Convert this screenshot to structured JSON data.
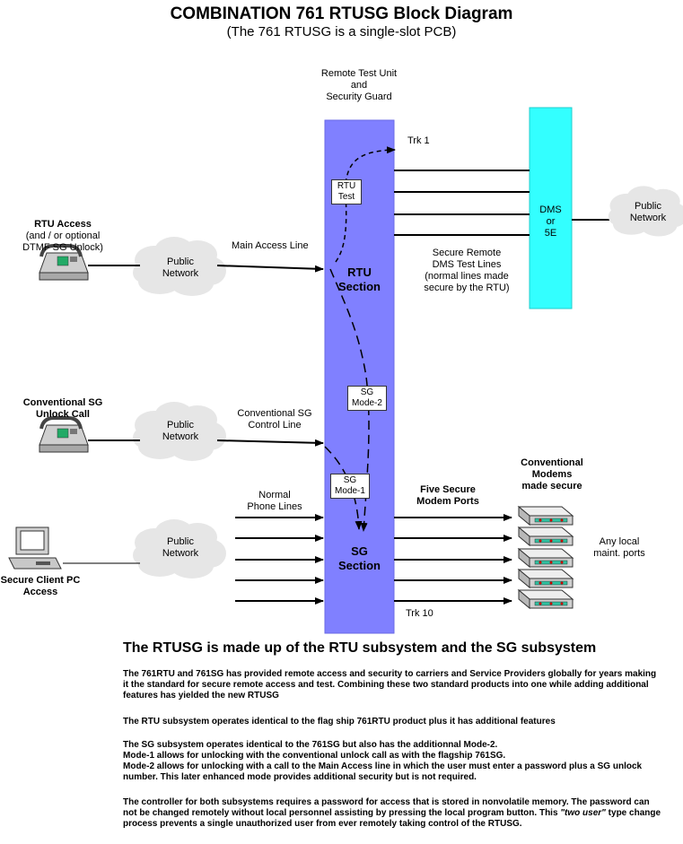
{
  "header": {
    "title": "COMBINATION 761 RTUSG Block Diagram",
    "subtitle": "(The 761 RTUSG is a single-slot PCB)"
  },
  "colors": {
    "unit": "#8080ff",
    "dms": "#33ffff",
    "cloud": "#e6e6e6",
    "modem": "#d9d9d9",
    "line": "#000000"
  },
  "diagram": {
    "unit_title": [
      "Remote Test Unit",
      "and",
      "Security Guard"
    ],
    "rtu_section": [
      "RTU",
      "Section"
    ],
    "sg_section": [
      "SG",
      "Section"
    ],
    "rtu_test": [
      "RTU",
      "Test"
    ],
    "sg_mode2": [
      "SG",
      "Mode-2"
    ],
    "sg_mode1": [
      "SG",
      "Mode-1"
    ],
    "trk1": "Trk 1",
    "trk10": "Trk 10",
    "dms": [
      "DMS",
      "or",
      "5E"
    ],
    "public_network": [
      "Public",
      "Network"
    ],
    "rtu_access": "RTU Access",
    "rtu_access_sub": [
      "(and / or optional",
      "DTMF SG Unlock)"
    ],
    "main_access_line": "Main Access Line",
    "secure_test_lines": [
      "Secure Remote",
      "DMS Test Lines",
      "(normal lines made",
      "secure by the RTU)"
    ],
    "conv_sg_call": [
      "Conventional SG",
      "Unlock Call"
    ],
    "conv_sg_control": [
      "Conventional SG",
      "Control Line"
    ],
    "normal_phone_lines": [
      "Normal",
      "Phone Lines"
    ],
    "five_secure_ports": [
      "Five Secure",
      "Modem Ports"
    ],
    "conv_modems": [
      "Conventional",
      "Modems",
      "made secure"
    ],
    "any_local": [
      "Any local",
      "maint. ports"
    ],
    "secure_client": [
      "Secure Client PC",
      "Access"
    ]
  },
  "text": {
    "heading": "The RTUSG is made up of the RTU subsystem and the SG subsystem",
    "p1": "The 761RTU and 761SG has provided remote access and security to carriers and Service Providers globally for years making it the standard for secure remote access and test. Combining these two standard products into one while adding additional features has yielded the new RTUSG",
    "p2": "The RTU subsystem operates identical to the flag ship 761RTU product plus it has additional features",
    "p3a": "The SG subsystem operates identical to the 761SG but also has the additionnal Mode-2.",
    "p3b": "Mode-1 allows for unlocking with the conventional unlock call as with the flagship 761SG.",
    "p3c": "Mode-2 allows for unlocking with a call to the Main Access line in which the user must enter a password plus a SG unlock number. This later enhanced mode provides additional security but is not required.",
    "p4a": "The controller for both subsystems requires a password for access that is stored in nonvolatile memory. The password can not be changed remotely without local personnel assisting by pressing the local program button. This ",
    "p4em": "\"two user\"",
    "p4b": " type change process prevents a single unauthorized user from ever remotely taking control of the RTUSG."
  }
}
